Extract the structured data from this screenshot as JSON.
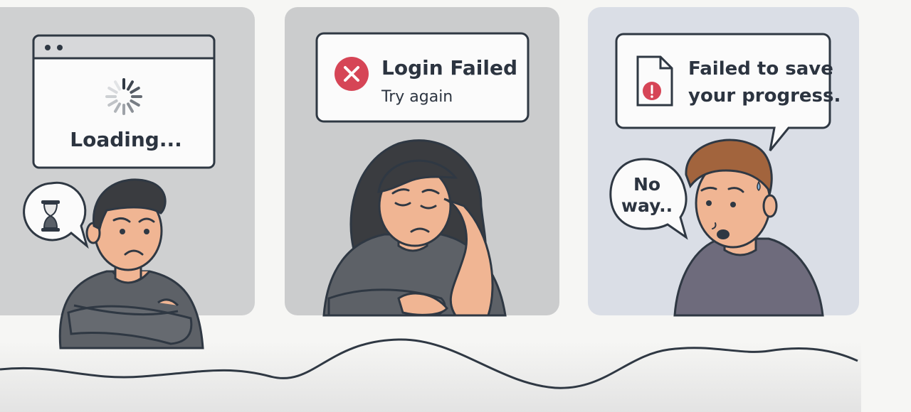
{
  "panels": [
    {
      "id": "loading",
      "window_text": "Loading...",
      "thought_icon": "hourglass-icon",
      "background": "#cfd0d1"
    },
    {
      "id": "login",
      "dialog_title": "Login Failed",
      "dialog_message": "Try again",
      "dialog_icon": "error-x-icon",
      "accent_color": "#d64556",
      "background": "#cbcccd"
    },
    {
      "id": "save",
      "notification_lines": [
        "Failed to save",
        "your progress."
      ],
      "notification_icon": "document-error-icon",
      "speech_lines": [
        "No",
        "way.."
      ],
      "background": "#dadee6"
    }
  ],
  "colors": {
    "outline": "#2f3843",
    "shirt_gray": "#5d6167",
    "skin": "#f0b593",
    "hair": "#3a3c40",
    "hair_brown": "#a2643d"
  }
}
